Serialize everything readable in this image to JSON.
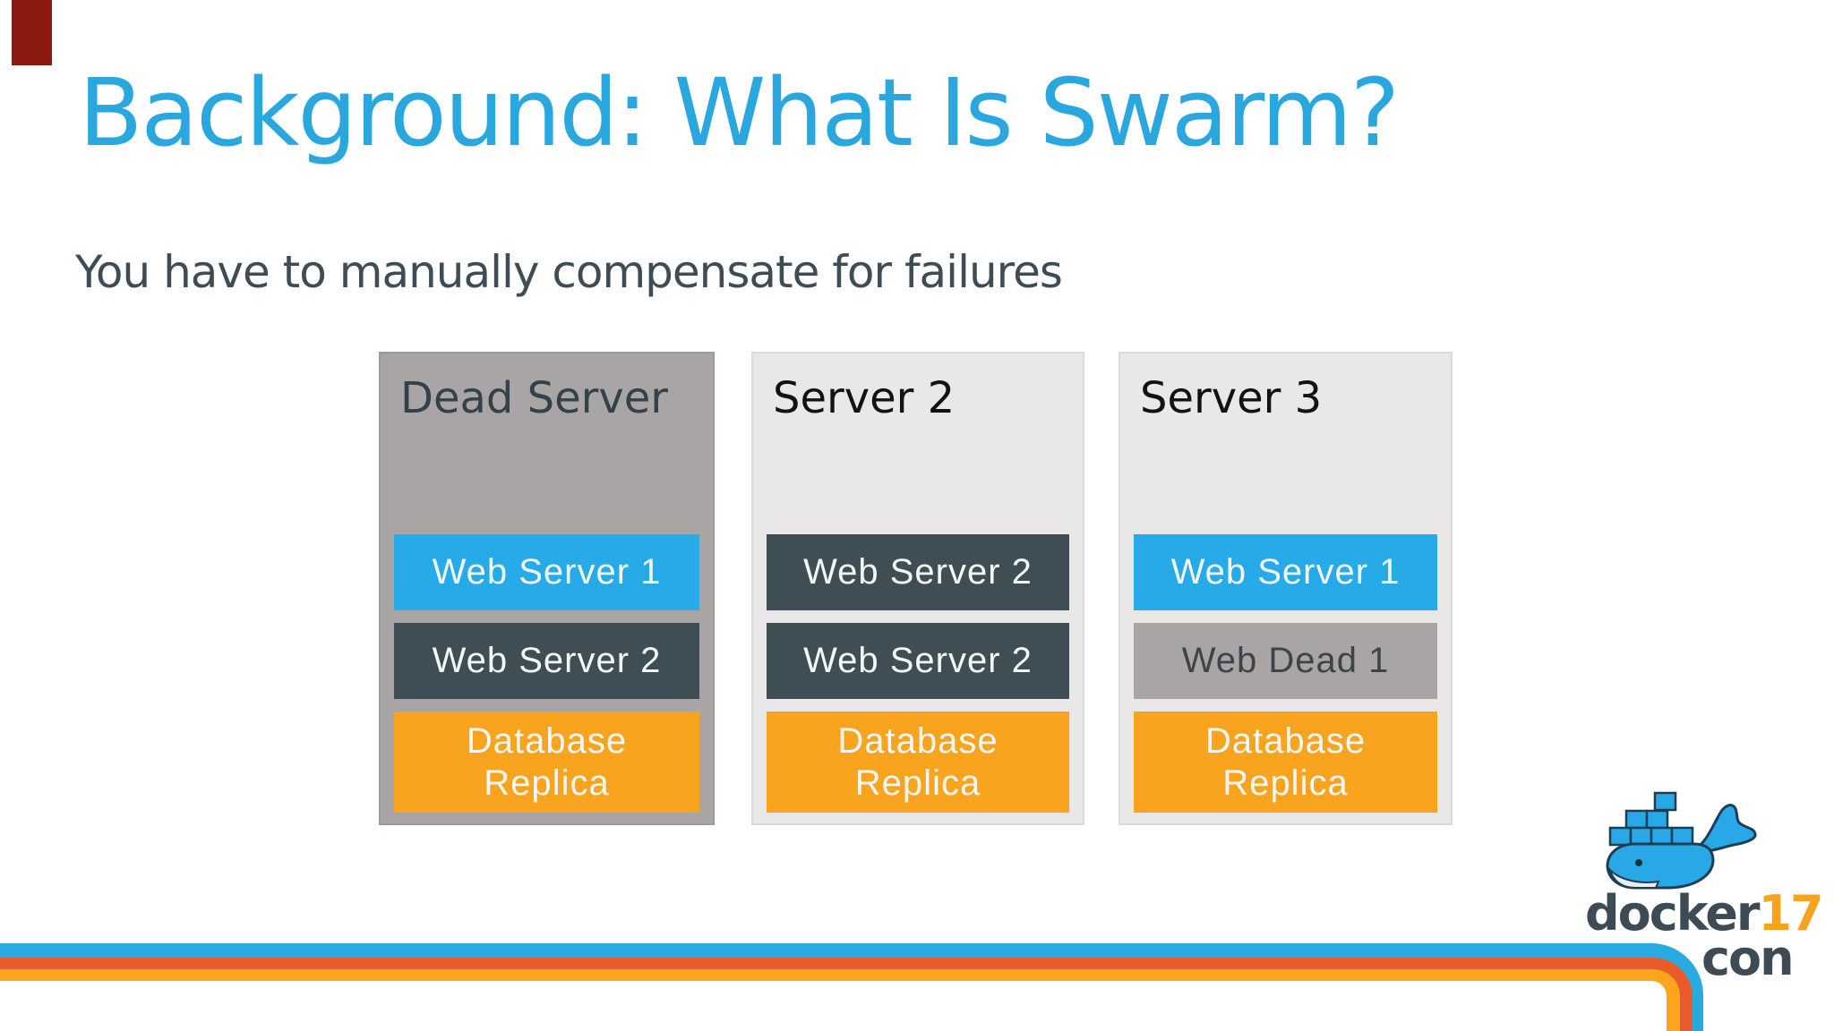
{
  "slide": {
    "title": "Background: What Is Swarm?",
    "subtitle": "You have to manually compensate for failures"
  },
  "servers": [
    {
      "name": "Dead Server",
      "status": "dead",
      "containers": [
        {
          "label": "Web Server 1",
          "color": "#27aae8"
        },
        {
          "label": "Web Server 2",
          "color": "#3f4e55"
        },
        {
          "label": "Database Replica",
          "color": "#f8a41e"
        }
      ]
    },
    {
      "name": "Server 2",
      "status": "alive",
      "containers": [
        {
          "label": "Web Server 2",
          "color": "#3f4e55"
        },
        {
          "label": "Web Server 2",
          "color": "#3f4e55"
        },
        {
          "label": "Database Replica",
          "color": "#f8a41e"
        }
      ]
    },
    {
      "name": "Server 3",
      "status": "alive",
      "containers": [
        {
          "label": "Web Server 1",
          "color": "#27aae8"
        },
        {
          "label": "Web Dead 1",
          "color": "#a9a5a4"
        },
        {
          "label": "Database Replica",
          "color": "#f8a41e"
        }
      ]
    }
  ],
  "logo": {
    "brand": "docker",
    "year": "17",
    "suffix": "con"
  },
  "colors": {
    "title_blue": "#2ba7e0",
    "subtitle_slate": "#3e4d55",
    "container_blue": "#27aae8",
    "container_dark": "#3f4e55",
    "container_orange": "#f8a41e",
    "dead_gray": "#a9a5a4",
    "panel_gray": "#e9e7e7",
    "stripe_blue": "#29abe2",
    "stripe_orange": "#ea5b2b",
    "stripe_amber": "#f9a61d",
    "corner_red": "#8c1a10"
  }
}
